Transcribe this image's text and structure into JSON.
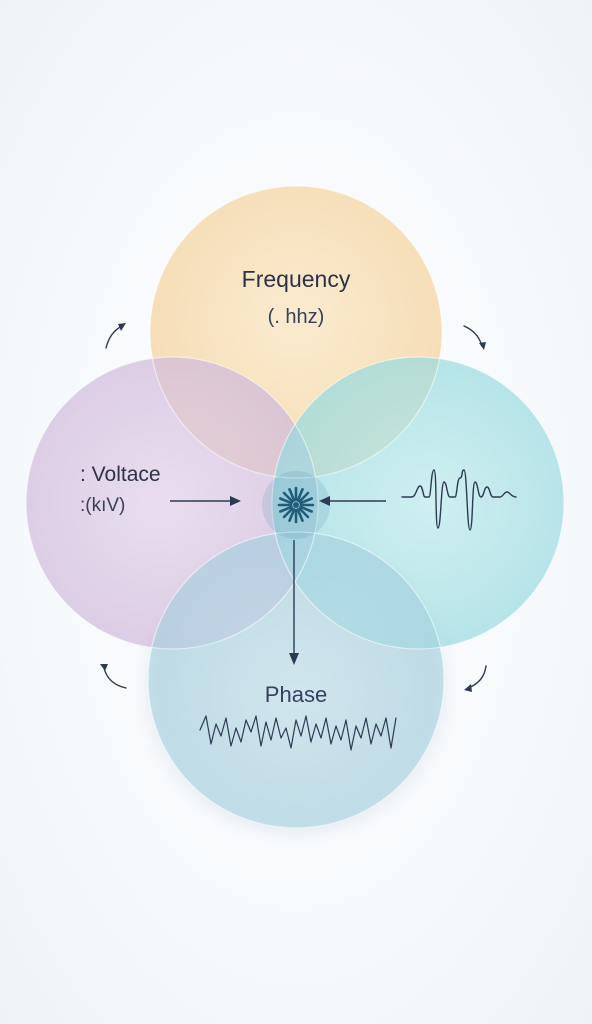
{
  "diagram": {
    "circles": [
      {
        "id": "frequency",
        "title": "Frequency",
        "unit": "(. hhz)",
        "color": "#f6d9a6"
      },
      {
        "id": "voltage",
        "title": ": Voltace",
        "unit": ":(kıV)",
        "color": "#d6c3e0"
      },
      {
        "id": "waveform",
        "color": "#a8e2e6"
      },
      {
        "id": "phase",
        "title": "Phase",
        "color": "#a9d4e2"
      }
    ],
    "center_icon": "flower-burst-icon",
    "colors": {
      "ink": "#2c3248",
      "arrow": "#2e3a55",
      "center_icon": "#1f5d78"
    }
  }
}
